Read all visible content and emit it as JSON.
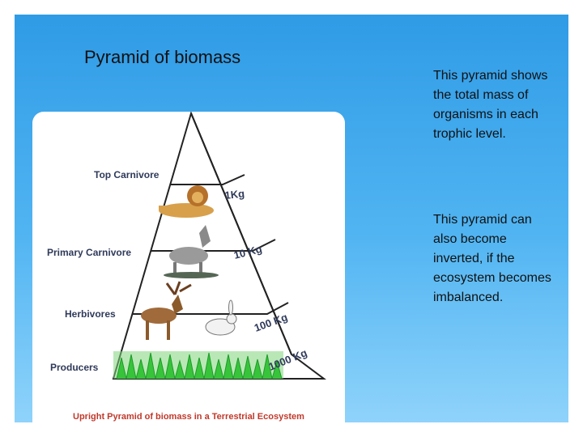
{
  "slide": {
    "title": "Pyramid of biomass",
    "paragraphs": [
      "This pyramid shows the total mass of organisms in each trophic level.",
      "This pyramid can also become inverted, if the ecosystem becomes imbalanced."
    ]
  },
  "figure": {
    "levels": [
      {
        "label": "Top Carnivore",
        "mass": "1Kg"
      },
      {
        "label": "Primary Carnivore",
        "mass": "10 Kg"
      },
      {
        "label": "Herbivores",
        "mass": "100 Kg"
      },
      {
        "label": "Producers",
        "mass": "1000 Kg"
      }
    ],
    "caption": "Upright Pyramid of biomass in a Terrestrial Ecosystem",
    "colors": {
      "outline": "#222222",
      "label": "#2f3a5a",
      "caption": "#c0392b",
      "grass": "#38c43a"
    }
  }
}
